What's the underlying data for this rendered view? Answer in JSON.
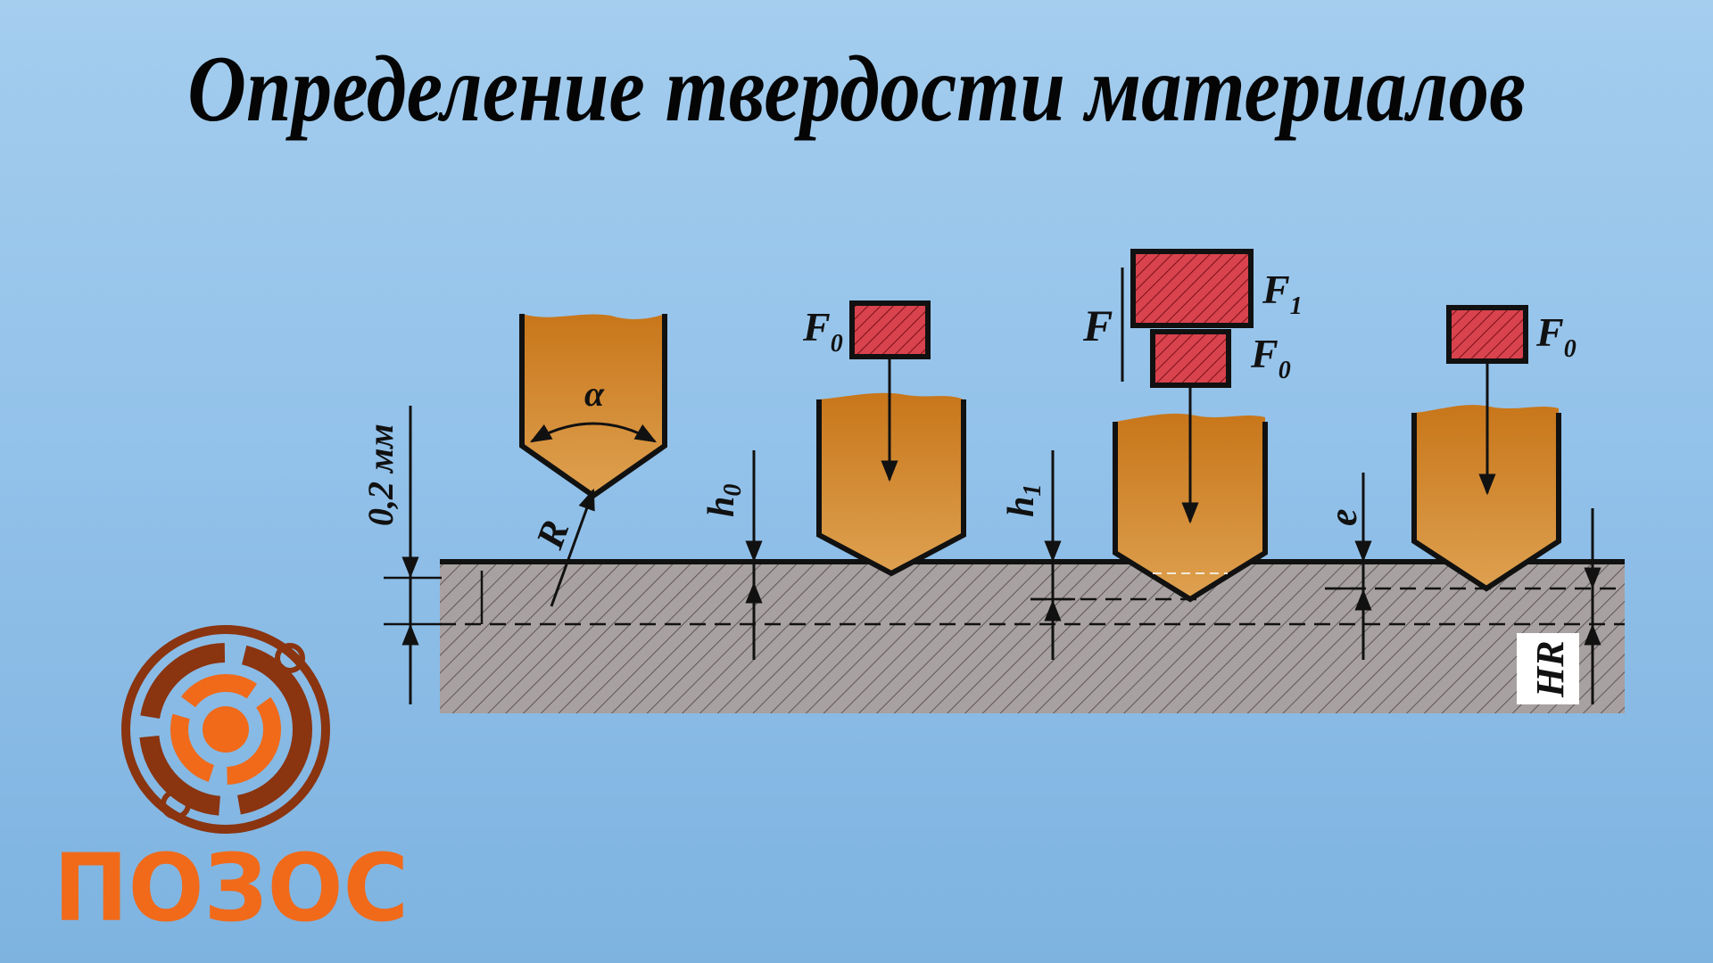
{
  "title": "Определение твердости материалов",
  "labels": {
    "alpha": "α",
    "radius": "R",
    "depth_02": "0,2 мм",
    "h0_main": "h",
    "h0_sub": "0",
    "h1_main": "h",
    "h1_sub": "1",
    "e": "e",
    "f0_a_main": "F",
    "f0_a_sub": "0",
    "f_total": "F",
    "f1_main": "F",
    "f1_sub": "1",
    "f0_b_main": "F",
    "f0_b_sub": "0",
    "f0_c_main": "F",
    "f0_c_sub": "0",
    "hr": "HR"
  },
  "logo": {
    "text": "ПОЗОС",
    "color": "#f06a1a",
    "ring_color": "#8a3410"
  },
  "colors": {
    "indenter": "#d28a2c",
    "weight": "#d8434e",
    "material": "#a8a1a1",
    "background": "#93c2ea"
  }
}
